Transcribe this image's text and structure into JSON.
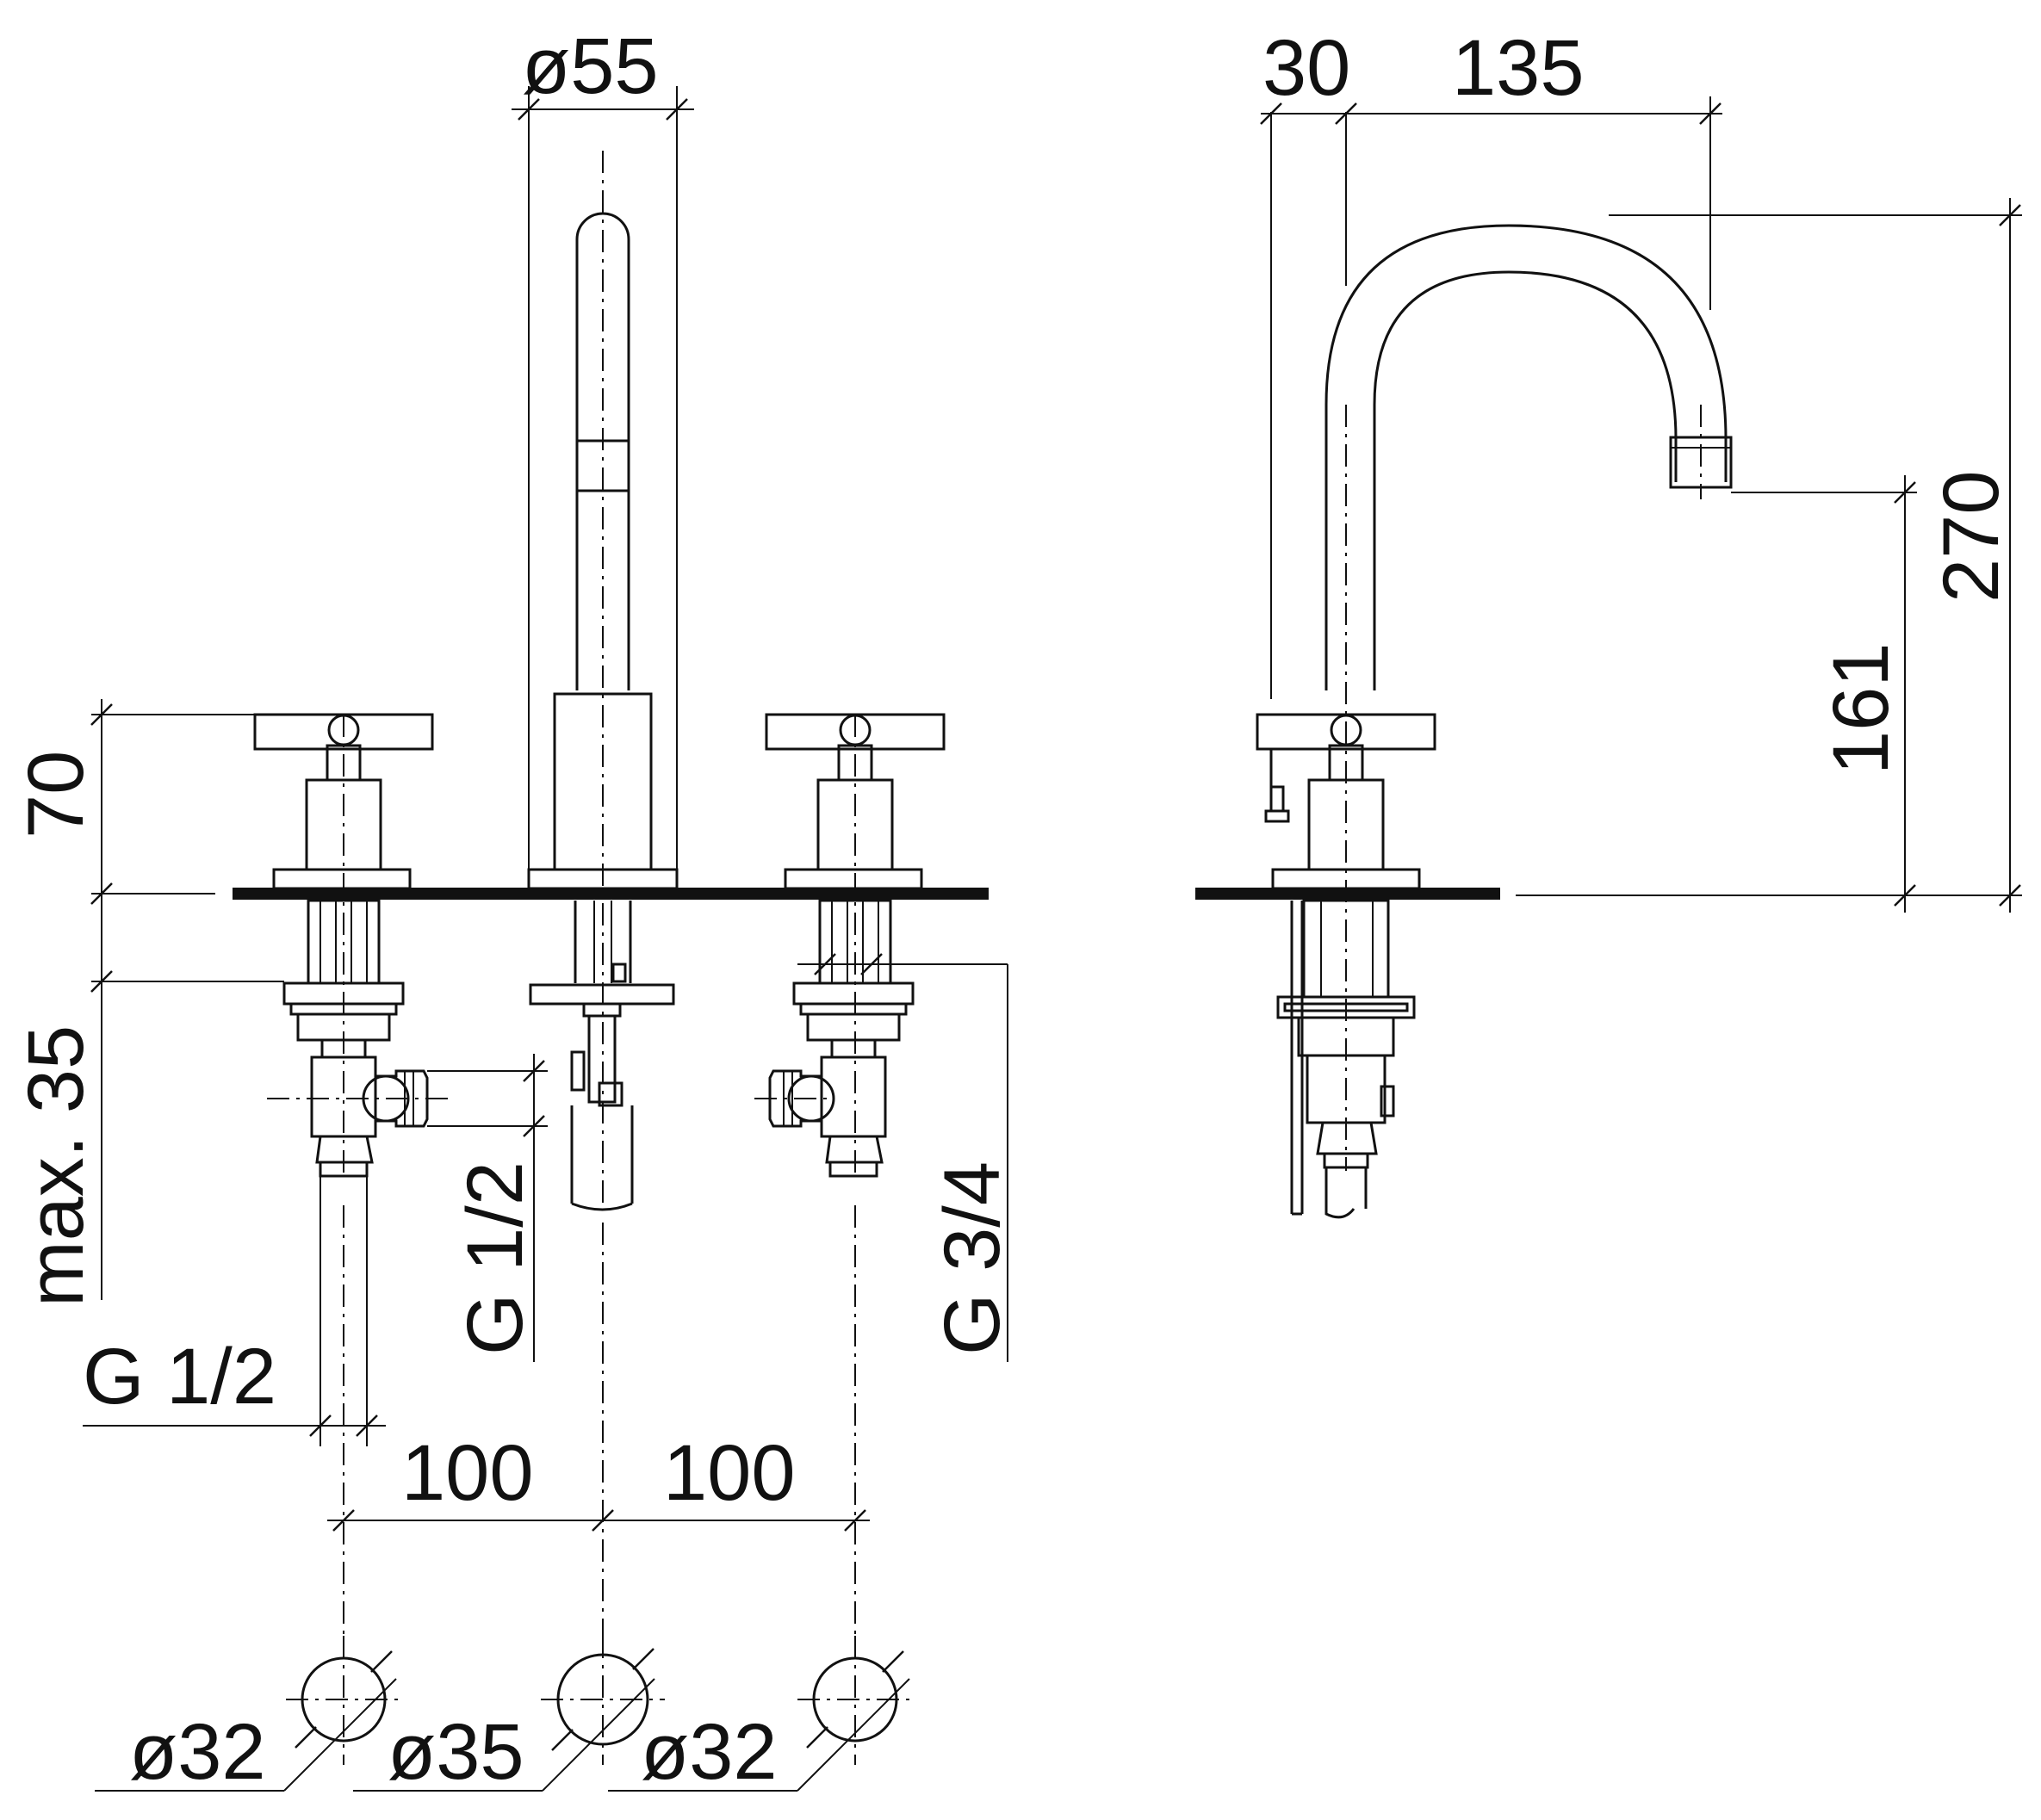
{
  "dimensions": {
    "spout_diameter": "ø55",
    "handle_height": "70",
    "under_deck": "max. 35",
    "inlet_thread_left": "G 1/2",
    "outlet_thread": "G 1/2",
    "inlet_thread_right": "G 3/4",
    "spacing_left": "100",
    "spacing_right": "100",
    "hole_left": "ø32",
    "hole_center": "ø35",
    "hole_right": "ø32",
    "side_offset": "30",
    "spout_reach": "135",
    "total_height": "270",
    "spout_height": "161"
  }
}
